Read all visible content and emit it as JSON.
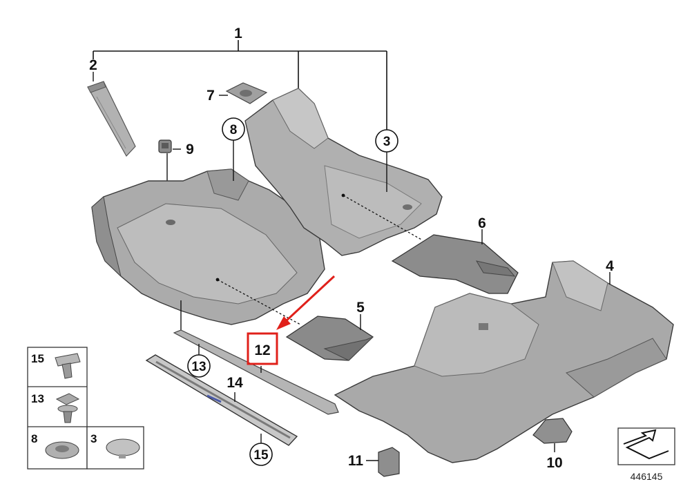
{
  "callouts": {
    "c1": "1",
    "c2": "2",
    "c3": "3",
    "c4": "4",
    "c5": "5",
    "c6": "6",
    "c7": "7",
    "c8": "8",
    "c9": "9",
    "c10": "10",
    "c11": "11",
    "c12": "12",
    "c13": "13",
    "c14": "14",
    "c15": "15"
  },
  "legend": {
    "cell15": "15",
    "cell13": "13",
    "cell8": "8",
    "cell3": "3"
  },
  "diagram_id": "446145",
  "colors": {
    "part_fill": "#a8a8a8",
    "part_shade": "#8c8c8c",
    "part_light": "#c4c4c4",
    "outline": "#3a3a3a",
    "highlight": "#e0201a"
  }
}
